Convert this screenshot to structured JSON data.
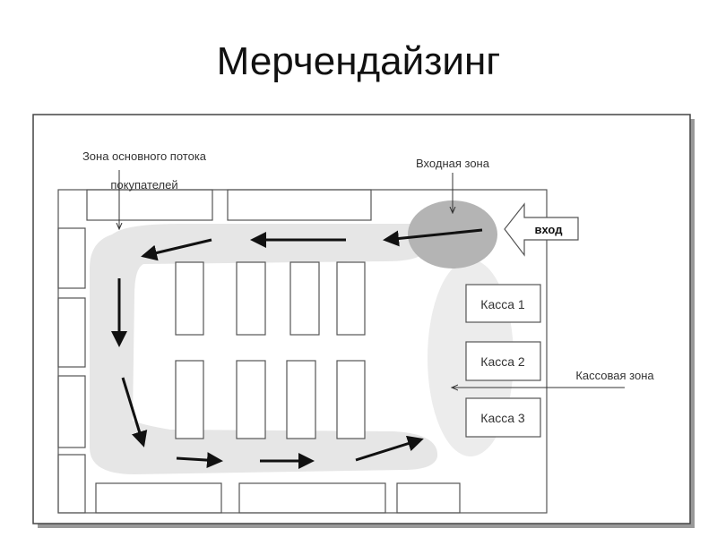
{
  "slide": {
    "title": "Мерчендайзинг"
  },
  "diagram": {
    "labels": {
      "main_flow_line1": "Зона основного потока",
      "main_flow_line2": "покупателей",
      "entry_zone": "Входная зона",
      "checkout_zone": "Кассовая зона",
      "entrance": "вход"
    },
    "registers": [
      "Касса 1",
      "Касса 2",
      "Касса 3"
    ],
    "colors": {
      "flow_zone": "#e6e6e6",
      "entry_zone": "#b4b4b4",
      "stroke": "#555555"
    }
  }
}
